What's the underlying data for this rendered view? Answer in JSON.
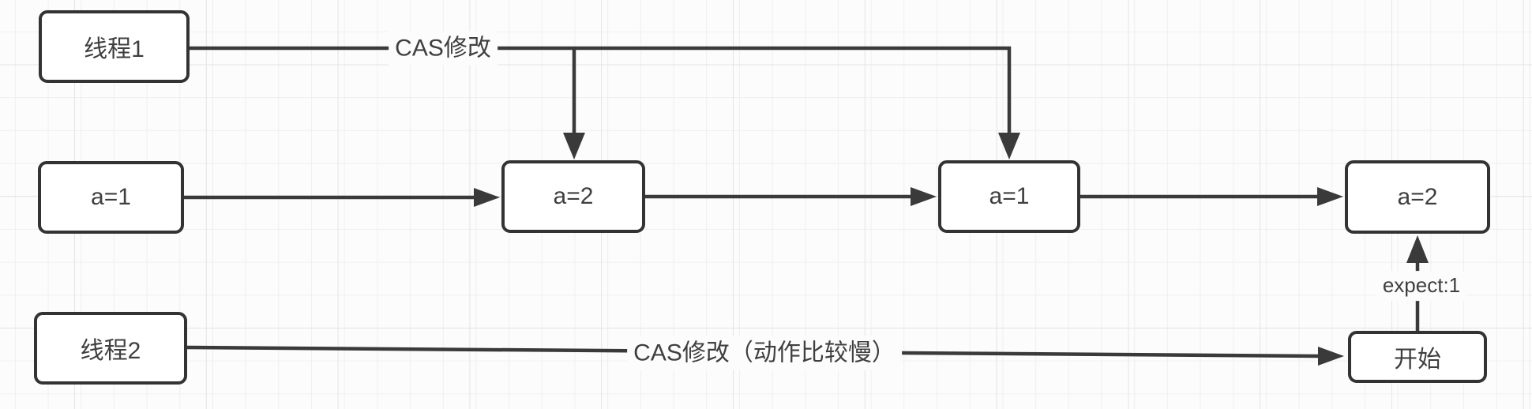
{
  "diagram": {
    "nodes": [
      {
        "id": "thread1",
        "label": "线程1"
      },
      {
        "id": "a1-initial",
        "label": "a=1"
      },
      {
        "id": "a2-modified",
        "label": "a=2"
      },
      {
        "id": "a1-restored",
        "label": "a=1"
      },
      {
        "id": "a2-final",
        "label": "a=2"
      },
      {
        "id": "thread2",
        "label": "线程2"
      },
      {
        "id": "start",
        "label": "开始"
      }
    ],
    "edge_labels": {
      "cas_modify": "CAS修改",
      "cas_modify_slow": "CAS修改（动作比较慢）",
      "expect": "expect:1"
    },
    "colors": {
      "stroke": "#3a3a3a",
      "node_border": "#333333",
      "node_fill": "#ffffff",
      "canvas_background": "#fcfcfc",
      "grid_minor": "#efefef",
      "grid_major": "#e4e4e4",
      "text": "#3f3f3f"
    }
  }
}
